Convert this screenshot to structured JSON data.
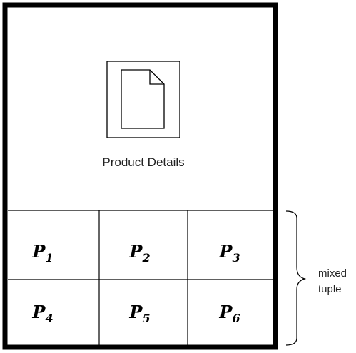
{
  "product_card": {
    "caption": "Product Details",
    "icon": "document-icon"
  },
  "grid": {
    "cells": [
      {
        "letter": "P",
        "sub": "1"
      },
      {
        "letter": "P",
        "sub": "2"
      },
      {
        "letter": "P",
        "sub": "3"
      },
      {
        "letter": "P",
        "sub": "4"
      },
      {
        "letter": "P",
        "sub": "5"
      },
      {
        "letter": "P",
        "sub": "6"
      }
    ]
  },
  "annotation": {
    "line1": "mixed",
    "line2": "tuple"
  }
}
